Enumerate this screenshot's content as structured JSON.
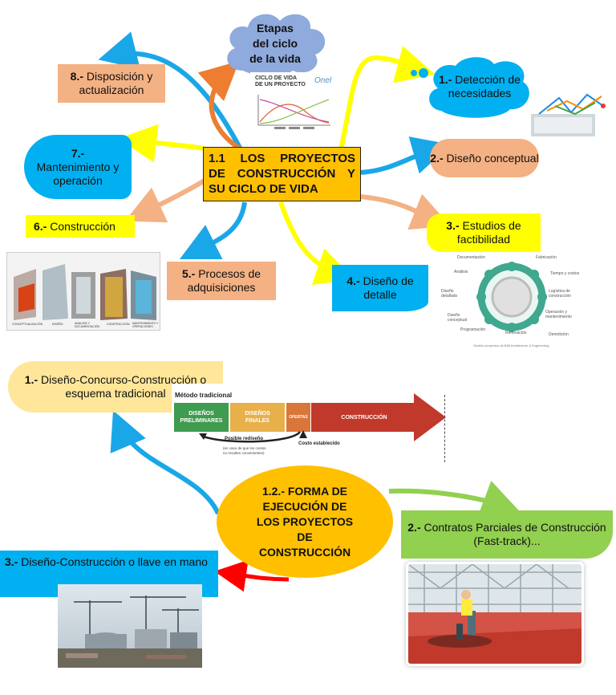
{
  "center1": {
    "line1": "1.1 LOS PROYECTOS",
    "line2": "DE CONSTRUCCIÓN Y",
    "line3": "SU CICLO DE VIDA"
  },
  "cloud": {
    "line1": "Etapas",
    "line2": "del ciclo",
    "line3": "de la vida"
  },
  "lifecycle_image": {
    "title1": "CICLO DE VIDA",
    "title2": "DE UN PROYECTO",
    "brand": "Onel"
  },
  "stages": [
    {
      "num": "1.-",
      "text": "Detección de necesidades"
    },
    {
      "num": "2.-",
      "text": "Diseño conceptual"
    },
    {
      "num": "3.-",
      "text": "Estudios de factibilidad"
    },
    {
      "num": "4.-",
      "text": "Diseño de detalle"
    },
    {
      "num": "5.-",
      "text": "Procesos de adquisiciones"
    },
    {
      "num": "6.-",
      "text": "Construcción"
    },
    {
      "num": "7.-",
      "text": "Mantenimiento y operación"
    },
    {
      "num": "8.-",
      "text": "Disposición y actualización"
    }
  ],
  "center2": {
    "line1": "1.2.- FORMA DE",
    "line2": "EJECUCIÓN DE",
    "line3": "LOS PROYECTOS",
    "line4": "DE",
    "line5": "CONSTRUCCIÓN"
  },
  "methods": [
    {
      "num": "1.-",
      "text": "Diseño-Concurso-Construcción o esquema tradicional"
    },
    {
      "num": "2.-",
      "text": "Contratos Parciales de Construcción (Fast-track)..."
    },
    {
      "num": "3.-",
      "text": "Diseño-Construcción o llave en mano"
    }
  ],
  "traditional": {
    "title": "Método tradicional",
    "phase1a": "DISEÑOS",
    "phase1b": "PRELIMINARES",
    "phase2a": "DISEÑOS",
    "phase2b": "FINALES",
    "phase3": "OFERTAS",
    "phase4": "CONSTRUCCIÓN",
    "redesign": "Posible rediseño",
    "note1": "(en caso de que los costos",
    "note2": "no resulten convenientes)",
    "cost": "Costo establecido"
  },
  "cycle_wheel": [
    "Documentación",
    "Fabricación",
    "Tiempo y costos",
    "Logística de construcción",
    "Operación y mantenimiento",
    "Demolición",
    "Renovación",
    "Programación",
    "Diseño conceptual",
    "Diseño detallado",
    "Análisis"
  ],
  "cycle_caption": "Gestión proyectos de BIM Architecture & Engineering",
  "bim_stages": [
    "CONCEPTUALIZACIÓN",
    "DISEÑO",
    "ANÁLISIS Y DOCUMENTACIÓN",
    "CONSTRUCCIÓN",
    "MANTENIMIENTO Y OPERACIONES"
  ],
  "colors": {
    "yellow": "#ffff00",
    "orange_box": "#ffc000",
    "salmon": "#f4b183",
    "blue": "#00b0f0",
    "cloud": "#8faadc",
    "green": "#92d050",
    "gold": "#ffc000"
  }
}
